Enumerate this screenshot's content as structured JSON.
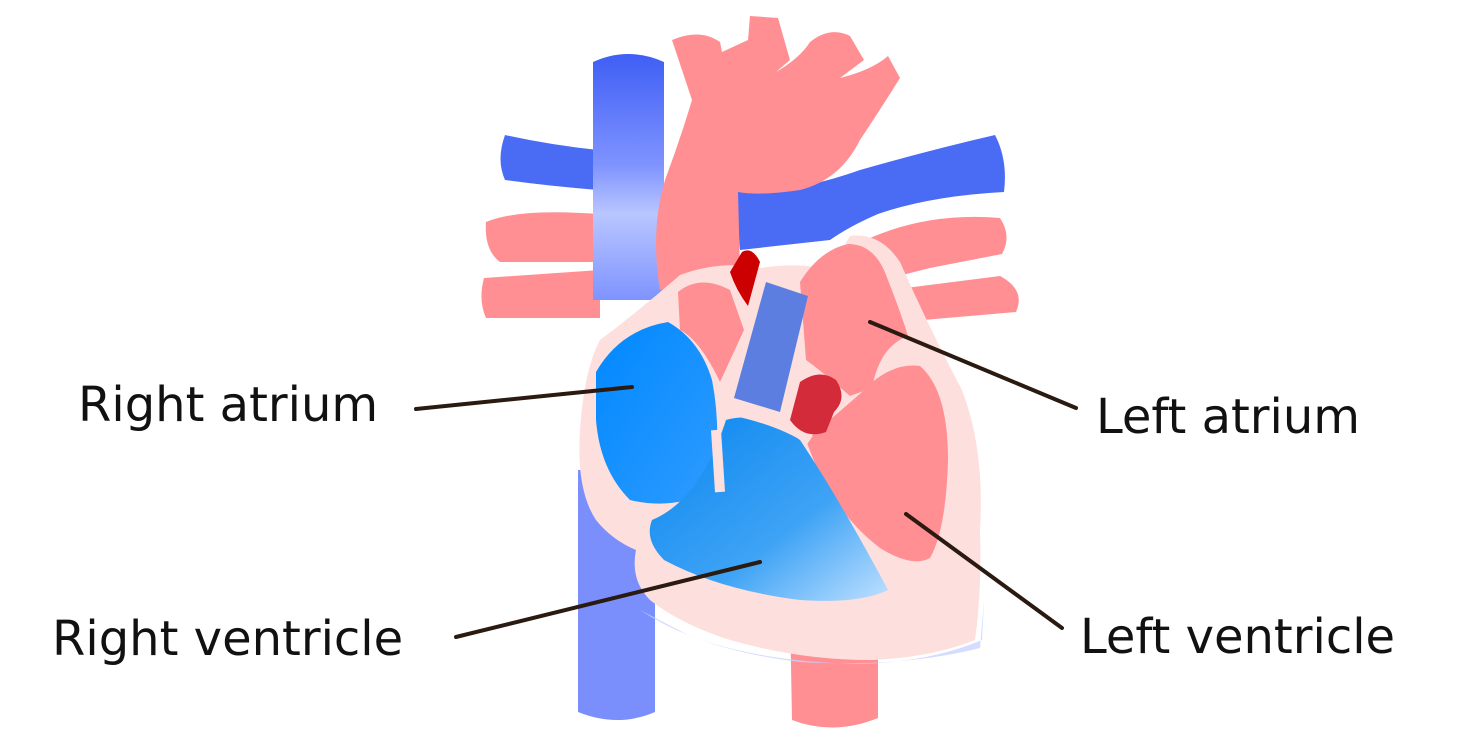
{
  "diagram": {
    "subject": "heart",
    "labels": {
      "right_atrium": "Right atrium",
      "left_atrium": "Left atrium",
      "right_ventricle": "Right ventricle",
      "left_ventricle": "Left ventricle"
    },
    "colors": {
      "oxygenated": "#ff8f93",
      "deoxygenated": "#4a6cf5",
      "right_chambers": "#0a8cff",
      "muscle_wall": "#fde0de",
      "valve": "#cc0000",
      "leader_line": "#2a1a10"
    }
  }
}
